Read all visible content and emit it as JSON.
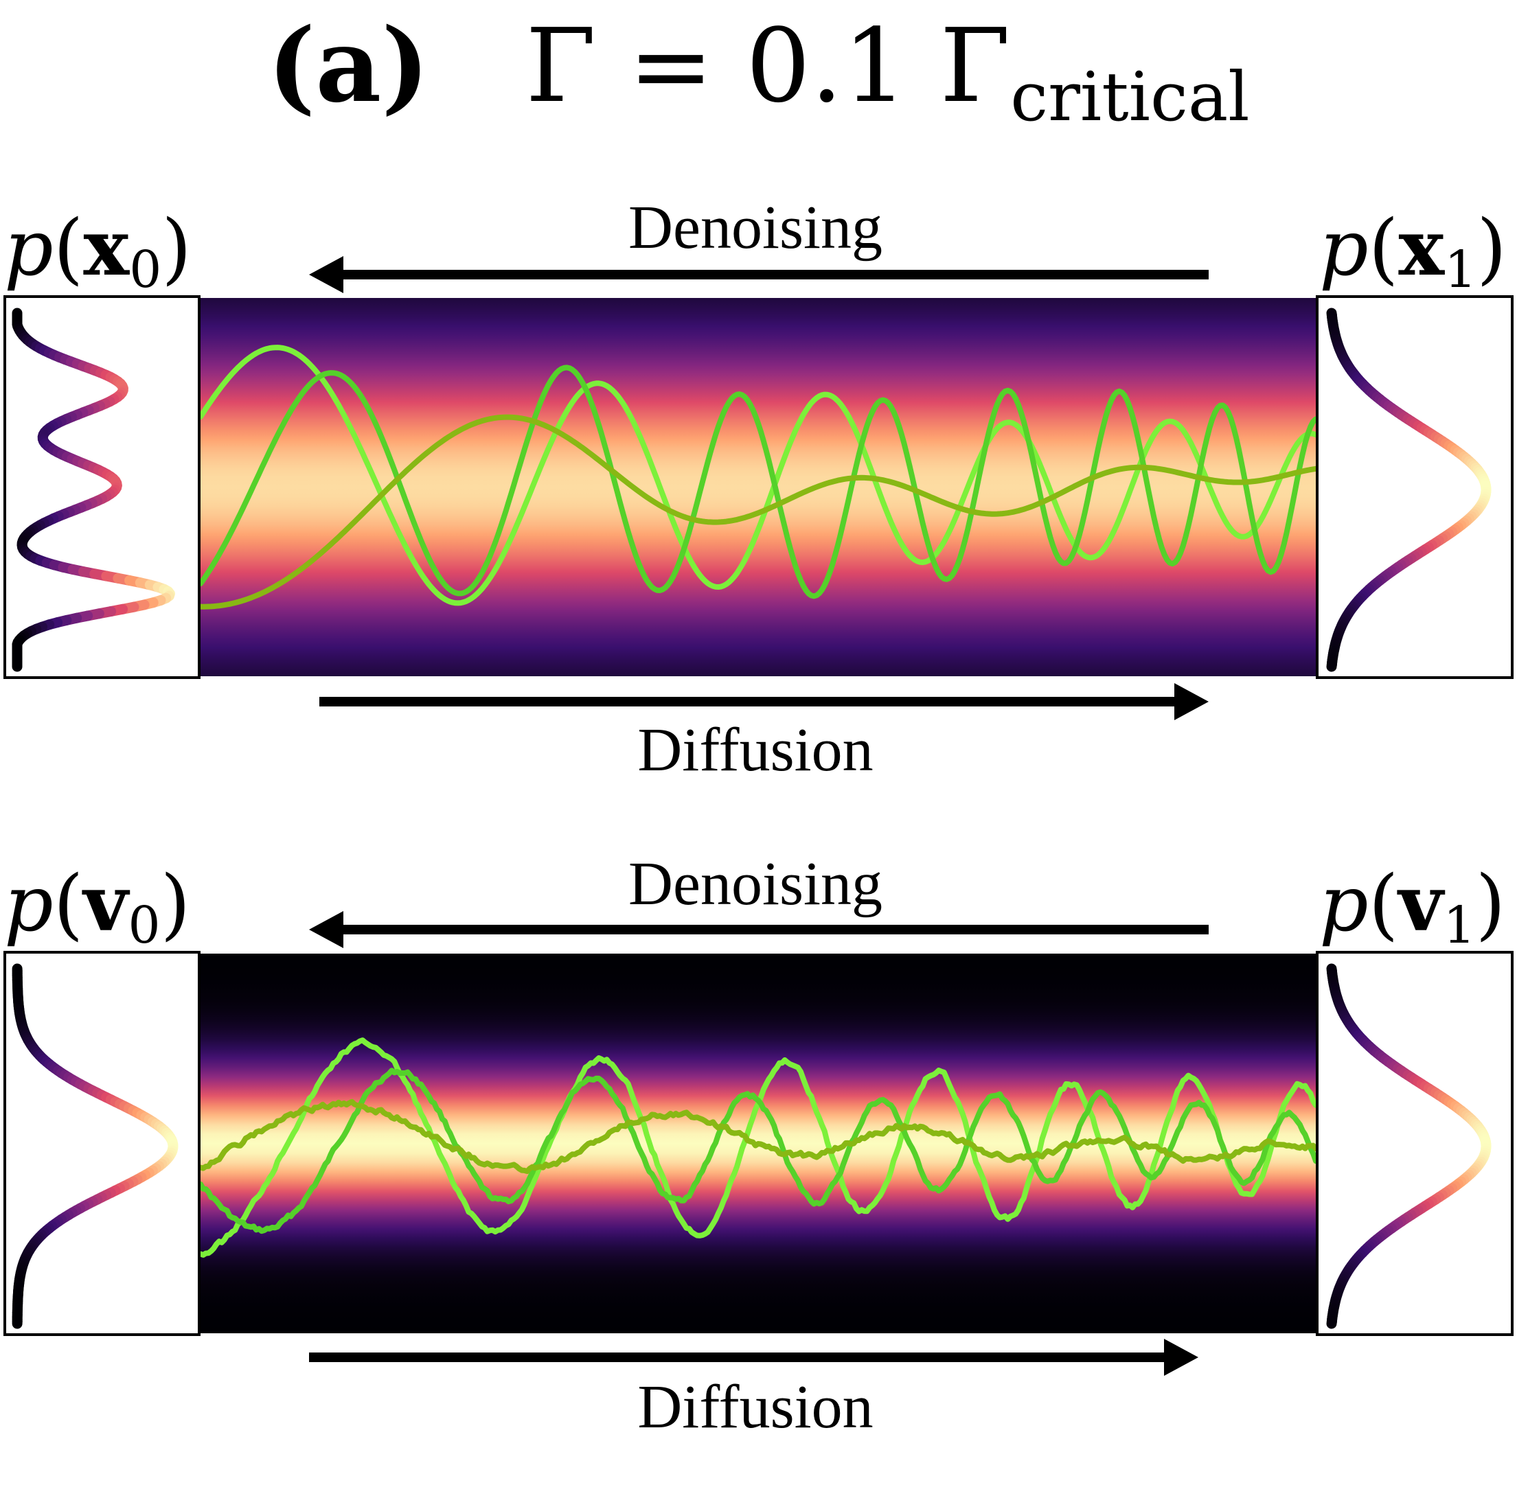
{
  "title": {
    "label": "(a)",
    "lhs": "Γ = 0.1 Γ",
    "subscript": "critical"
  },
  "panels": [
    {
      "id": "position",
      "left_label": {
        "func": "p",
        "var": "x",
        "sub": "0"
      },
      "right_label": {
        "func": "p",
        "var": "x",
        "sub": "1"
      },
      "top_arrow_text": "Denoising",
      "bottom_arrow_text": "Diffusion",
      "left_distribution": "bimodal-two-peaks",
      "right_distribution": "standard-normal"
    },
    {
      "id": "velocity",
      "left_label": {
        "func": "p",
        "var": "v",
        "sub": "0"
      },
      "right_label": {
        "func": "p",
        "var": "v",
        "sub": "1"
      },
      "top_arrow_text": "Denoising",
      "bottom_arrow_text": "Diffusion",
      "left_distribution": "narrow-normal",
      "right_distribution": "standard-normal"
    }
  ],
  "colors": {
    "colormap": [
      "#000004",
      "#3b0f70",
      "#8c2981",
      "#de4968",
      "#fe9f6d",
      "#fcfdbf"
    ],
    "trajectories": [
      "#7cf03a",
      "#55d12a",
      "#88b814"
    ]
  }
}
